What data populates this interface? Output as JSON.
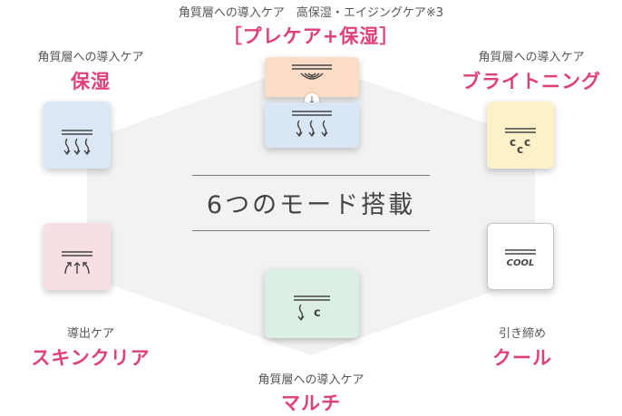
{
  "center": {
    "title": "6つのモード搭載"
  },
  "modes": {
    "top": {
      "caption": "角質層への導入ケア　高保湿・エイジングケア※3",
      "name": "［プレケア+保湿］",
      "colors": [
        "#fbdcc7",
        "#d9e6f4"
      ]
    },
    "left_top": {
      "caption": "角質層への導入ケア",
      "name": "保湿",
      "color": "#dbe7f5"
    },
    "right_top": {
      "caption": "角質層への導入ケア",
      "name": "ブライトニング",
      "color": "#fdf1c9",
      "icon_text": "c c c"
    },
    "left_bottom": {
      "caption": "導出ケア",
      "name": "スキンクリア",
      "color": "#f8dfe4"
    },
    "right_bottom": {
      "caption": "引き締め",
      "name": "クール",
      "color": "#ffffff",
      "icon_text": "COOL"
    },
    "bottom": {
      "caption": "角質層への導入ケア",
      "name": "マルチ",
      "color": "#dcefe4",
      "icon_text": "c"
    }
  },
  "accent": "#e0407a"
}
